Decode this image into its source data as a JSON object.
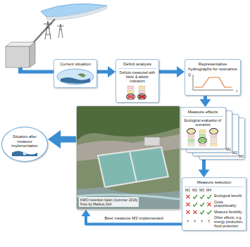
{
  "diagram": {
    "nodes": [
      {
        "text": [
          "Current situation"
        ]
      },
      {
        "text": [
          "Deficit analysis",
          "Deficits measured with biotic & abiotic indicators"
        ]
      },
      {
        "text": [
          "Representative hydrographs for scenarios"
        ]
      },
      {
        "text": [
          "Measure effects",
          "Ecological evaluation of scenarios"
        ]
      },
      {
        "text": [
          "Measure selection"
        ]
      },
      {
        "text": [
          "KWO retention basin (summer 2016)",
          "Foto by Markus Zeh"
        ]
      },
      {
        "text": [
          "Situation after measure implementation"
        ]
      }
    ],
    "edges": [
      {
        "from": 0,
        "to": 1,
        "arrow": "to"
      },
      {
        "from": 1,
        "to": 2,
        "arrow": "to"
      },
      {
        "from": 2,
        "to": 3,
        "arrow": "to"
      },
      {
        "from": 3,
        "to": 4,
        "arrow": "to"
      },
      {
        "from": 4,
        "to": 5,
        "label": "Best measure M3 implemented",
        "arrow": "to"
      },
      {
        "from": 5,
        "to": 6,
        "arrow": "to"
      }
    ],
    "labels": [
      "Q",
      "t",
      "M1",
      "M2",
      "M3",
      "M1",
      "M2",
      "M3",
      "M4",
      "Ecological benefit",
      "Costs proportionality",
      "Measure flexibility",
      "Other effects, e.g. energy production, flood protection",
      "?",
      "?",
      "?",
      "?"
    ]
  }
}
